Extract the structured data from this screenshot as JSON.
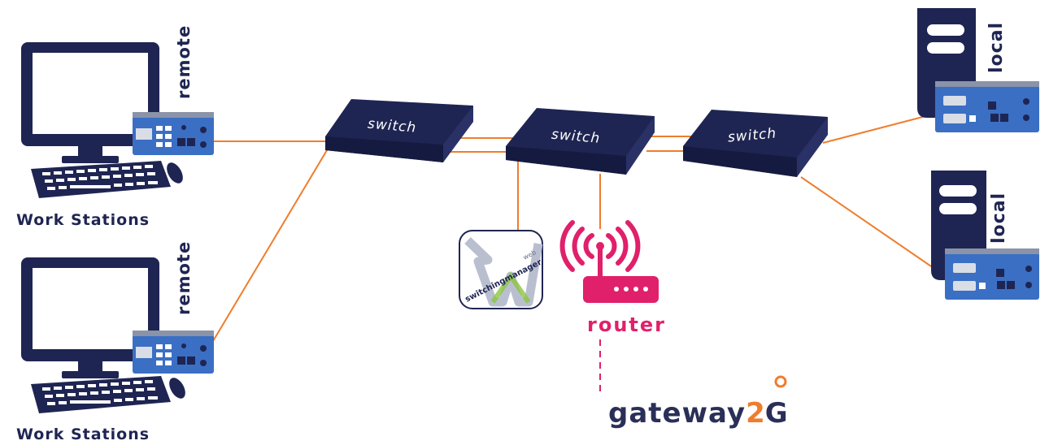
{
  "colors": {
    "navy": "#1f2552",
    "cable": "#ef7d2d",
    "kvm_blue": "#3a6fc4",
    "router_pink": "#e0206a",
    "gateway_orange": "#ef7d2d",
    "wm_green": "#8cc540"
  },
  "workstations": [
    {
      "label": "Work Stations",
      "device_label": "remote"
    },
    {
      "label": "Work Stations",
      "device_label": "remote"
    }
  ],
  "switches": [
    "switch",
    "switch",
    "switch"
  ],
  "servers": [
    {
      "device_label": "local"
    },
    {
      "device_label": "local"
    }
  ],
  "router": {
    "label": "router",
    "icon": "router-wifi-icon"
  },
  "switching_manager": {
    "text": "switchingmanager",
    "subtext": "web",
    "icon": "switching-manager-web-logo"
  },
  "gateway": {
    "text": "gateway",
    "two": "2",
    "g": "G"
  }
}
